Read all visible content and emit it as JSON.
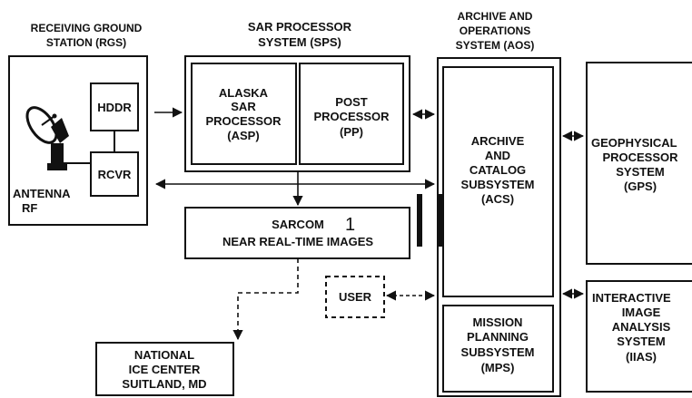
{
  "headers": {
    "rgs": [
      "RECEIVING GROUND",
      "STATION (RGS)"
    ],
    "sps": [
      "SAR PROCESSOR",
      "SYSTEM (SPS)"
    ],
    "aos": [
      "ARCHIVE AND",
      "OPERATIONS",
      "SYSTEM (AOS)"
    ]
  },
  "rgs": {
    "hddr": "HDDR",
    "rcvr": "RCVR",
    "antenna": [
      "ANTENNA",
      "RF"
    ]
  },
  "sps": {
    "asp": [
      "ALASKA",
      "SAR",
      "PROCESSOR",
      "(ASP)"
    ],
    "pp": [
      "POST",
      "PROCESSOR",
      "(PP)"
    ]
  },
  "sarcom": [
    "SARCOM",
    "NEAR REAL-TIME IMAGES"
  ],
  "sarcom_mark": "1",
  "user": "USER",
  "nic": [
    "NATIONAL",
    "ICE CENTER",
    "SUITLAND, MD"
  ],
  "acs": [
    "ARCHIVE",
    "AND",
    "CATALOG",
    "SUBSYSTEM",
    "(ACS)"
  ],
  "mps": [
    "MISSION",
    "PLANNING",
    "SUBSYSTEM",
    "(MPS)"
  ],
  "gps": [
    "GEOPHYSICAL",
    "PROCESSOR",
    "SYSTEM",
    "(GPS)"
  ],
  "iias": [
    "INTERACTIVE",
    "IMAGE",
    "ANALYSIS",
    "SYSTEM",
    "(IIAS)"
  ]
}
